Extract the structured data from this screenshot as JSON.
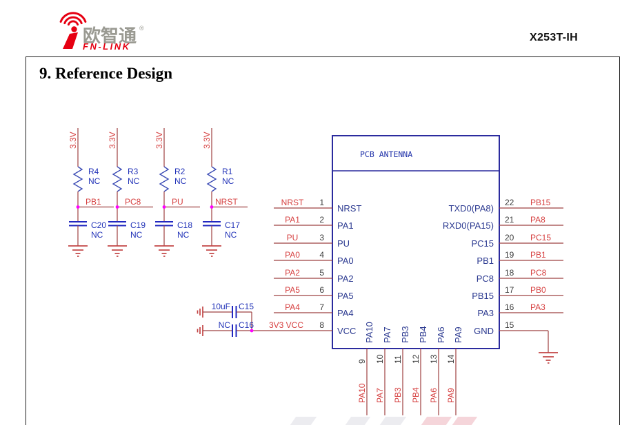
{
  "header": {
    "logo": {
      "brand_cn": "欧智通",
      "registered_mark": "®",
      "brand_en": "FN-LINK"
    },
    "doc_code": "X253T-IH"
  },
  "section": {
    "title": "9. Reference Design"
  },
  "schematic": {
    "ic": {
      "antenna_label": "PCB ANTENNA",
      "left_pins": [
        {
          "num": "1",
          "name": "NRST",
          "net": "NRST"
        },
        {
          "num": "2",
          "name": "PA1",
          "net": "PA1"
        },
        {
          "num": "3",
          "name": "PU",
          "net": "PU"
        },
        {
          "num": "4",
          "name": "PA0",
          "net": "PA0"
        },
        {
          "num": "5",
          "name": "PA2",
          "net": "PA2"
        },
        {
          "num": "6",
          "name": "PA5",
          "net": "PA5"
        },
        {
          "num": "7",
          "name": "PA4",
          "net": "PA4"
        },
        {
          "num": "8",
          "name": "VCC",
          "net": "3V3 VCC"
        }
      ],
      "right_pins": [
        {
          "num": "22",
          "name": "TXD0(PA8)",
          "net": "PB15"
        },
        {
          "num": "21",
          "name": "RXD0(PA15)",
          "net": "PA8"
        },
        {
          "num": "20",
          "name": "PC15",
          "net": "PC15"
        },
        {
          "num": "19",
          "name": "PB1",
          "net": "PB1"
        },
        {
          "num": "18",
          "name": "PC8",
          "net": "PC8"
        },
        {
          "num": "17",
          "name": "PB15",
          "net": "PB0"
        },
        {
          "num": "16",
          "name": "PA3",
          "net": "PA3"
        },
        {
          "num": "15",
          "name": "GND",
          "net": ""
        }
      ],
      "bottom_pins": [
        {
          "num": "9",
          "name": "PA10",
          "net": "PA10"
        },
        {
          "num": "10",
          "name": "PA7",
          "net": "PA7"
        },
        {
          "num": "11",
          "name": "PB3",
          "net": "PB3"
        },
        {
          "num": "12",
          "name": "PB4",
          "net": "PB4"
        },
        {
          "num": "13",
          "name": "PA6",
          "net": "PA6"
        },
        {
          "num": "14",
          "name": "PA9",
          "net": "PA9"
        }
      ]
    },
    "pullups": [
      {
        "rail": "3.3V",
        "res": "R4",
        "res_val": "NC",
        "net": "PB1",
        "cap": "C20",
        "cap_val": "NC"
      },
      {
        "rail": "3.3V",
        "res": "R3",
        "res_val": "NC",
        "net": "PC8",
        "cap": "C19",
        "cap_val": "NC"
      },
      {
        "rail": "3.3V",
        "res": "R2",
        "res_val": "NC",
        "net": "PU",
        "cap": "C18",
        "cap_val": "NC"
      },
      {
        "rail": "3.3V",
        "res": "R1",
        "res_val": "NC",
        "net": "NRST",
        "cap": "C17",
        "cap_val": "NC"
      }
    ],
    "vcc_caps": [
      {
        "ref": "C15",
        "value": "10uF"
      },
      {
        "ref": "C16",
        "value": "NC"
      }
    ],
    "colors": {
      "wire": "#9E4040",
      "net_label": "#D64040",
      "component_blue": "#2233B8",
      "pin_name": "#2B3990",
      "pin_number": "#3C3C3C",
      "ic_border": "#2B2B9E",
      "junction": "#FF00FF",
      "ground": "#C24444",
      "brand_red": "#E60012",
      "brand_gray": "#9A9A92"
    }
  }
}
